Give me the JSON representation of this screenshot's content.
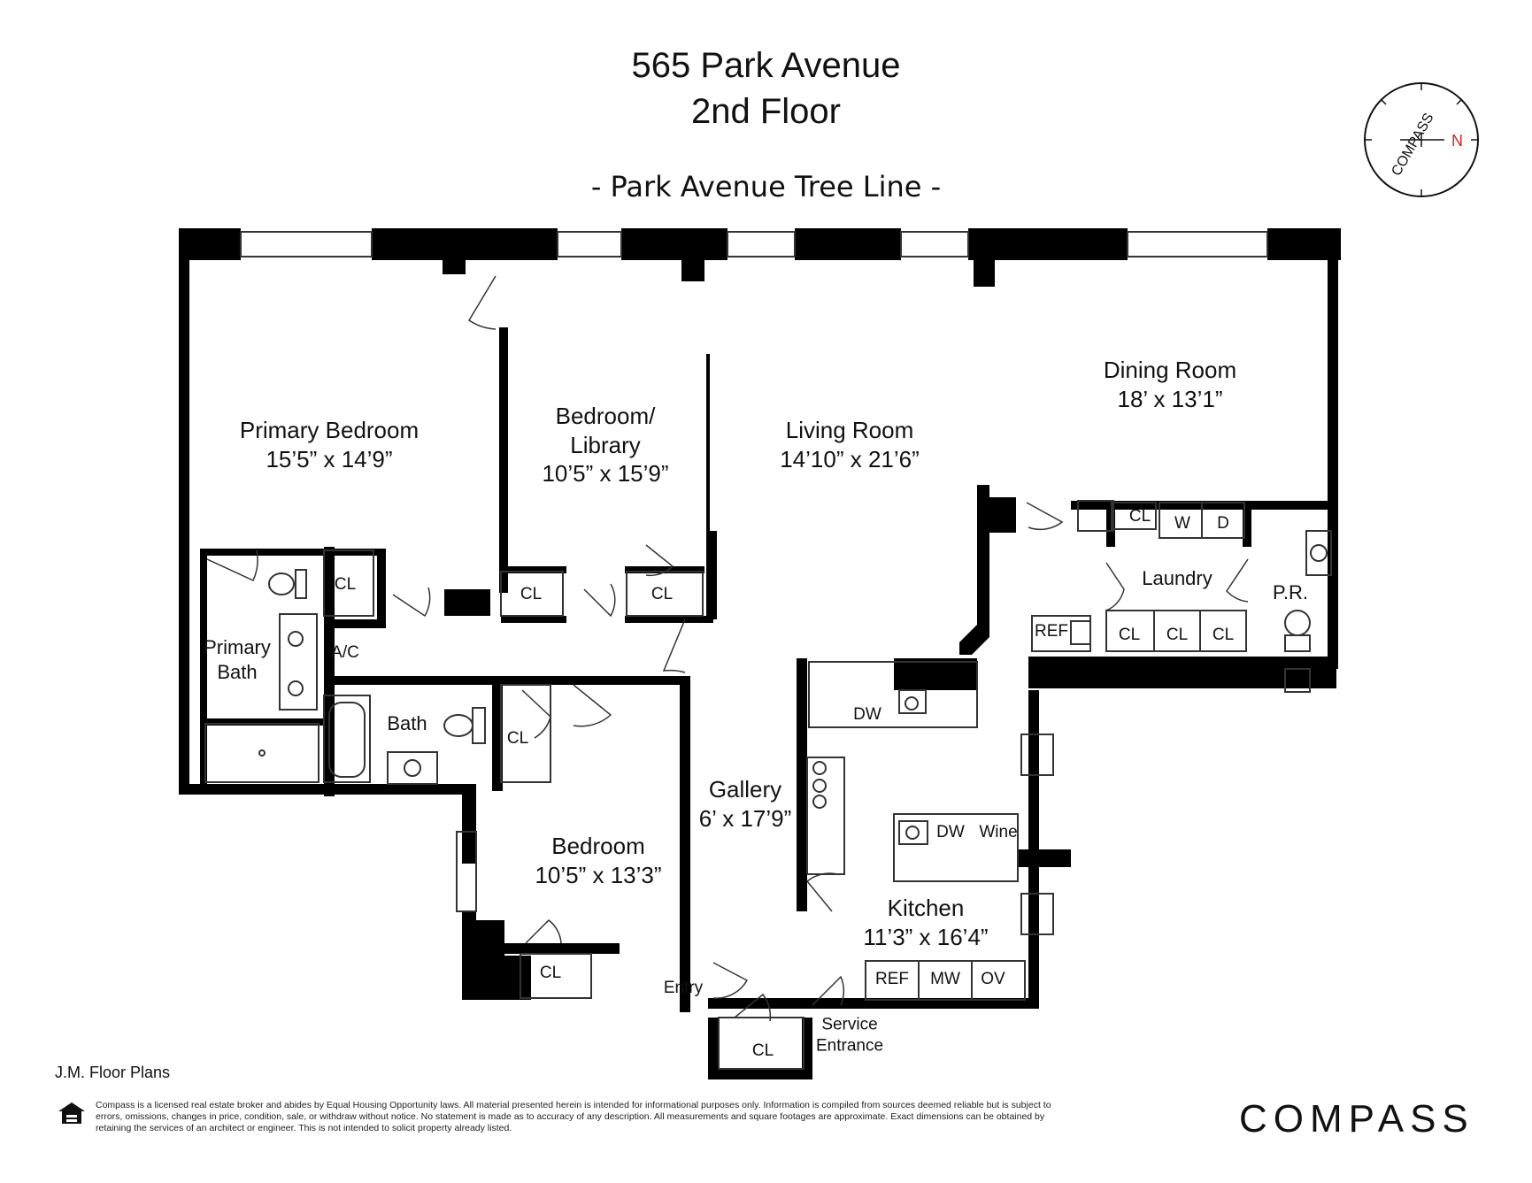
{
  "header": {
    "address": "565 Park Avenue",
    "floor": "2nd Floor",
    "street_side": "- Park Avenue Tree Line -"
  },
  "rooms": {
    "primary_bedroom": {
      "name": "Primary Bedroom",
      "dims": "15’5” x 14’9”"
    },
    "bedroom_library": {
      "name1": "Bedroom/",
      "name2": "Library",
      "dims": "10’5” x 15’9”"
    },
    "living_room": {
      "name": "Living Room",
      "dims": "14’10” x 21’6”"
    },
    "dining_room": {
      "name": "Dining Room",
      "dims": "18’ x 13’1”"
    },
    "primary_bath": {
      "name1": "Primary",
      "name2": "Bath"
    },
    "bath": {
      "name": "Bath"
    },
    "gallery": {
      "name": "Gallery",
      "dims": "6’ x 17’9”"
    },
    "bedroom": {
      "name": "Bedroom",
      "dims": "10’5” x 13’3”"
    },
    "kitchen": {
      "name": "Kitchen",
      "dims": "11’3” x 16’4”"
    },
    "laundry": {
      "name": "Laundry"
    },
    "powder_room": {
      "name": "P.R."
    }
  },
  "fixtures": {
    "cl": "CL",
    "ac": "A/C",
    "w": "W",
    "d": "D",
    "ref": "REF",
    "dw": "DW",
    "wine": "Wine",
    "mw": "MW",
    "ov": "OV",
    "entry": "Entry",
    "service1": "Service",
    "service2": "Entrance"
  },
  "footer": {
    "credit": "J.M. Floor Plans",
    "disclaimer": "Compass is a licensed real estate broker and abides by Equal Housing Opportunity laws. All material presented herein is intended for informational purposes only. Information is compiled from sources deemed reliable but is subject to errors, omissions, changes in price, condition, sale, or withdraw without notice. No statement is made as to accuracy of any description. All measurements and square footages are approximate. Exact dimensions can be obtained by retaining the services of an architect or engineer. This is not intended to solicit property already listed.",
    "brand": "COMPASS"
  },
  "compass": {
    "ring_text": "COMPASS",
    "north": "N",
    "north_color": "#e02020"
  },
  "colors": {
    "wall": "#000000",
    "line": "#333333",
    "background": "#ffffff"
  }
}
